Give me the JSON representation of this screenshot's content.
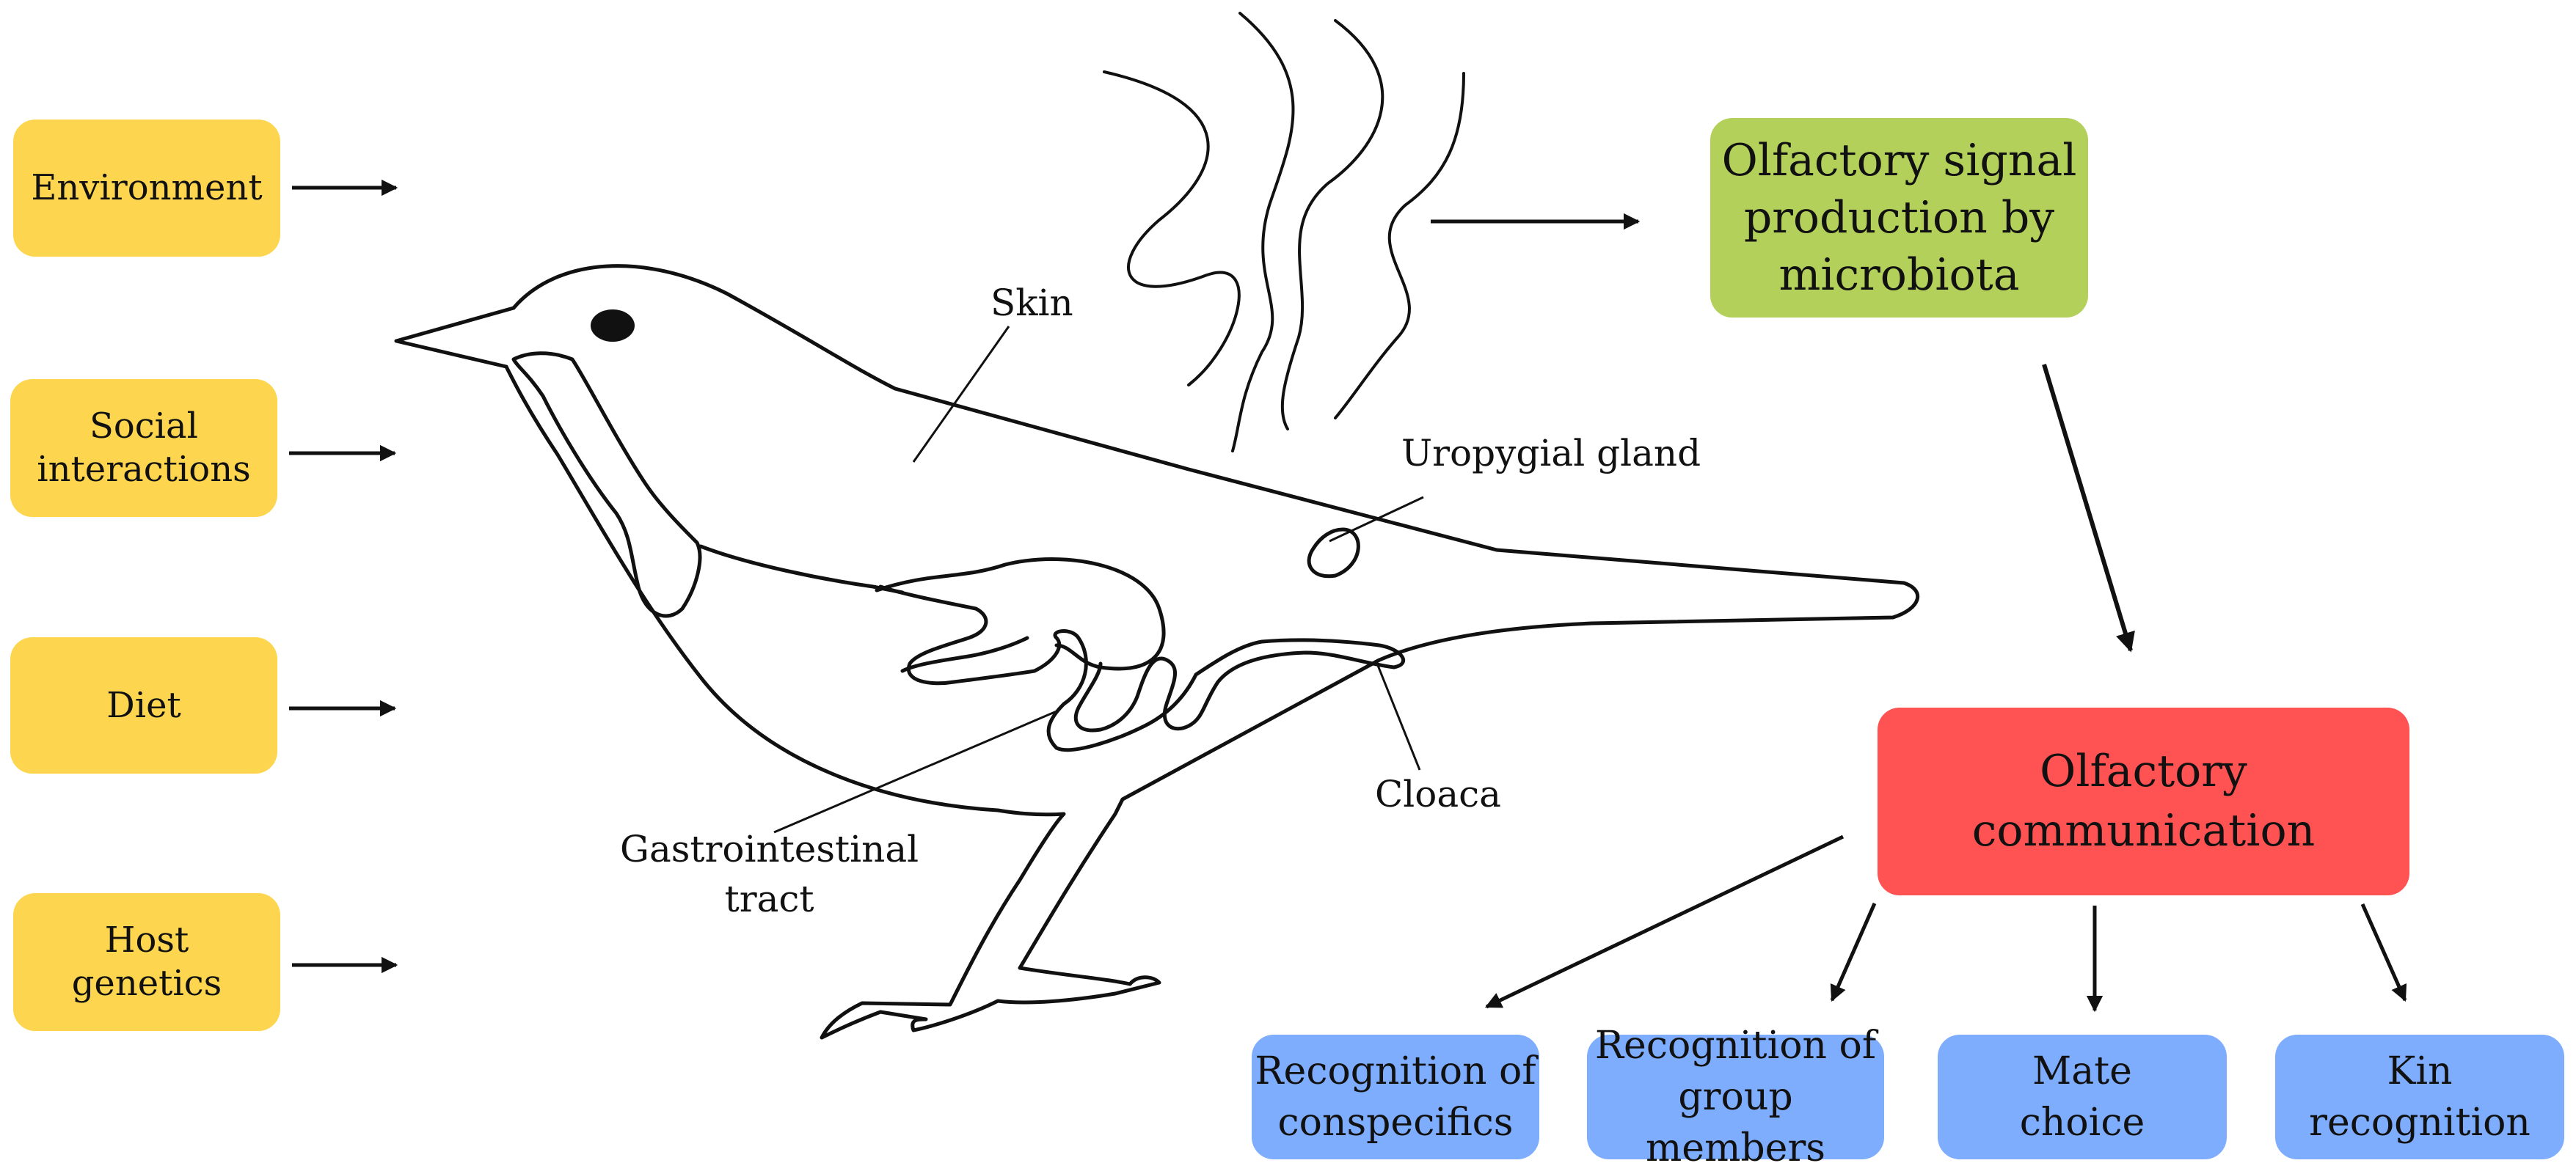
{
  "factors": [
    [
      "Environment"
    ],
    [
      "Social",
      "interactions"
    ],
    [
      "Diet"
    ],
    [
      "Host",
      "genetics"
    ]
  ],
  "signal_box": [
    "Olfactory signal",
    "production by",
    "microbiota"
  ],
  "communication_box": [
    "Olfactory",
    "communication"
  ],
  "outcomes": [
    [
      "Recognition of",
      "conspecifics"
    ],
    [
      "Recognition of",
      "group members"
    ],
    [
      "Mate",
      "choice"
    ],
    [
      "Kin",
      "recognition"
    ]
  ],
  "bird_labels": {
    "skin": "Skin",
    "uropygial": "Uropygial gland",
    "cloaca": "Cloaca",
    "gi_line1": "Gastrointestinal",
    "gi_line2": "tract"
  },
  "colors": {
    "factor": "#fdd54f",
    "signal": "#b3d05a",
    "communication": "#ff5252",
    "outcome": "#7fadfd"
  }
}
